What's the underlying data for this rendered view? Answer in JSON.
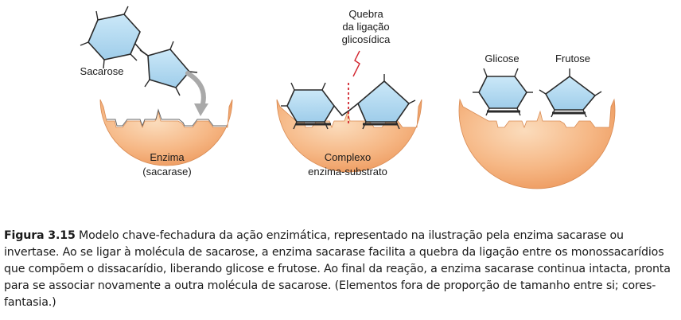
{
  "labels": {
    "sacarose": "Sacarose",
    "quebra_line1": "Quebra",
    "quebra_line2": "da ligação",
    "quebra_line3": "glicosídica",
    "glicose": "Glicose",
    "frutose": "Frutose",
    "enzima_line1": "Enzima",
    "enzima_line2": "(sacarase)",
    "complexo_line1": "Complexo",
    "complexo_line2": "enzima-substrato"
  },
  "caption": {
    "label": "Figura 3.15",
    "text": " Modelo chave-fechadura da ação enzimática, representado na ilustração pela enzima sacarase ou invertase. Ao se ligar à molécula de sacarose, a enzima sacarase facilita a quebra da ligação entre os monossacarídios que compõem o dissacarídio, liberando glicose e frutose. Ao final da reação, a enzima sacarase continua intacta, pronta para se associar novamente a outra molécula de sacarose. (Elementos fora de proporção de tamanho entre si; cores-fantasia.)"
  },
  "colors": {
    "enzyme_light": "#f9d2ab",
    "enzyme_dark": "#ef9d62",
    "sugar_fill": "#b7dcf3",
    "sugar_stroke": "#2a2a2a",
    "arrow": "#a9a9a9",
    "break_mark": "#d2262f"
  }
}
